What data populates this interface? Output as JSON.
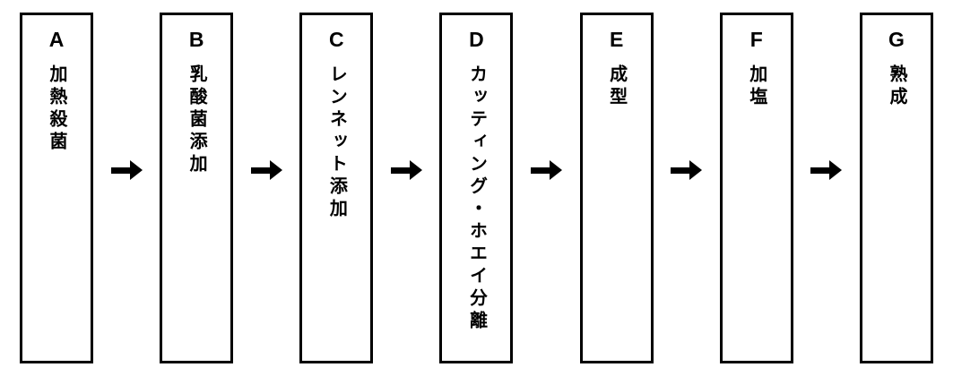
{
  "diagram": {
    "title": "",
    "type": "process-flow",
    "colors": {
      "box_border": "#000000",
      "box_background": "#ffffff",
      "arrow": "#000000",
      "text": "#000000"
    },
    "steps": [
      {
        "label": "A",
        "text": "加熱殺菌"
      },
      {
        "label": "B",
        "text": "乳酸菌添加"
      },
      {
        "label": "C",
        "text": "レンネット添加"
      },
      {
        "label": "D",
        "text": "カッティング・ホエイ分離"
      },
      {
        "label": "E",
        "text": "成型"
      },
      {
        "label": "F",
        "text": "加塩"
      },
      {
        "label": "G",
        "text": "熟成"
      }
    ]
  }
}
